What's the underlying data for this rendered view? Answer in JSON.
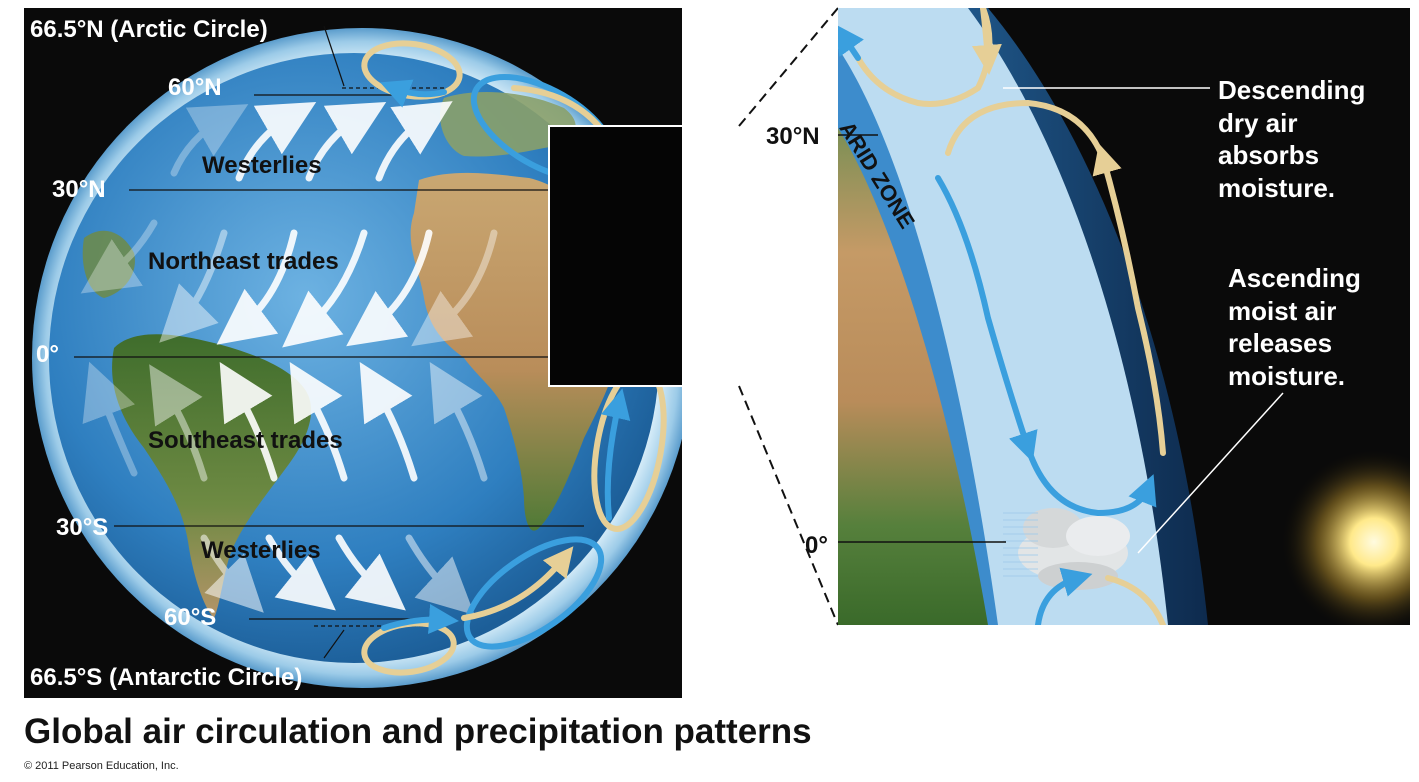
{
  "left": {
    "labels": {
      "arctic": "66.5°N (Arctic Circle)",
      "n60": "60°N",
      "n30": "30°N",
      "equator": "0°",
      "s30": "30°S",
      "s60": "60°S",
      "antarctic": "66.5°S (Antarctic Circle)"
    },
    "winds": {
      "westerlies_n": "Westerlies",
      "ne_trades": "Northeast trades",
      "se_trades": "Southeast trades",
      "westerlies_s": "Westerlies"
    }
  },
  "right": {
    "n30": "30°N",
    "equator": "0°",
    "arid_zone": "ARID ZONE",
    "descending": [
      "Descending",
      "dry air",
      "absorbs",
      "moisture."
    ],
    "ascending": [
      "Ascending",
      "moist air",
      "releases",
      "moisture."
    ]
  },
  "caption": "Global air circulation and precipitation patterns",
  "copyright": "© 2011 Pearson Education, Inc.",
  "colors": {
    "cold_air": "#3a9fde",
    "warm_air": "#e6cf96",
    "ocean": "#2f7fc0",
    "atmosphere": "#bfe0f4"
  }
}
